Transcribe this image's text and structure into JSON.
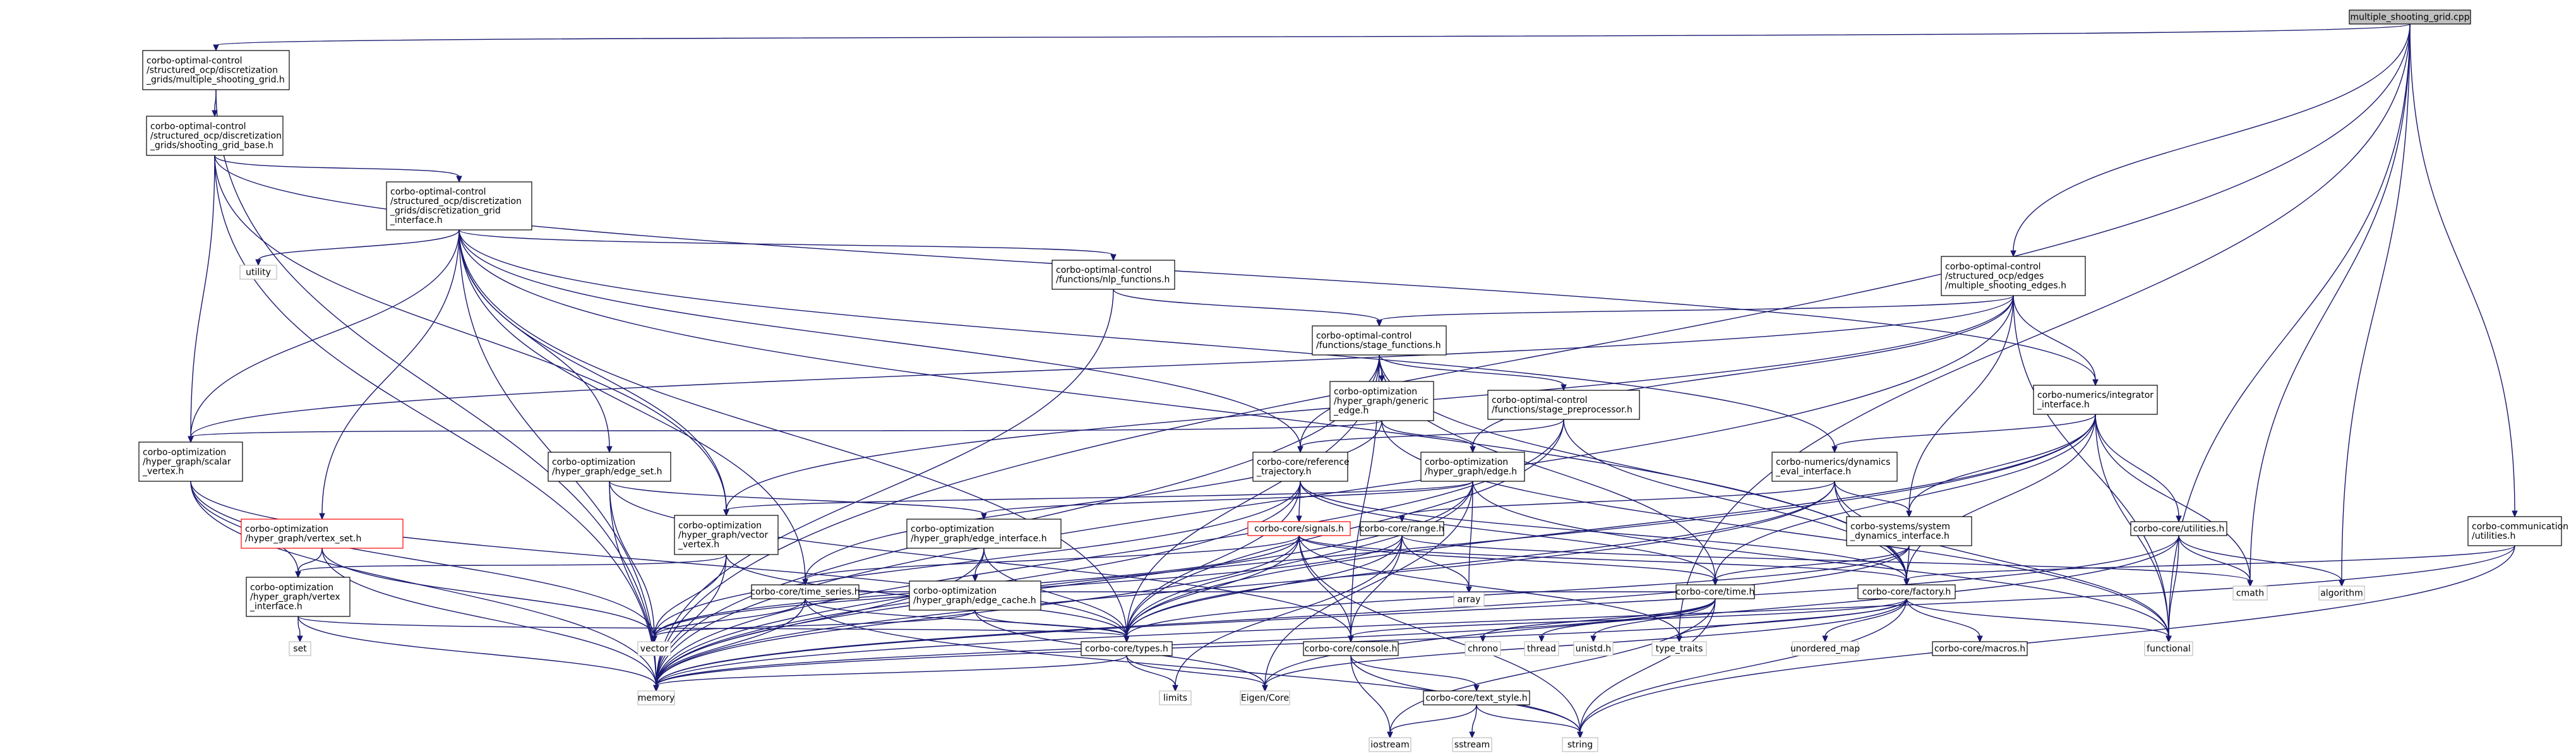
{
  "colors": {
    "edge": "#191970",
    "node_border": "#000000",
    "root_fill": "#bfbfbf",
    "external_border": "#bfbfbf",
    "incomplete_border": "#ff0000"
  },
  "nodes": [
    {
      "id": "root",
      "lines": [
        "multiple_shooting_grid.cpp"
      ],
      "kind": "root"
    },
    {
      "id": "msg_h",
      "lines": [
        "corbo-optimal-control",
        "/structured_ocp/discretization",
        "_grids/multiple_shooting_grid.h"
      ]
    },
    {
      "id": "sgb_h",
      "lines": [
        "corbo-optimal-control",
        "/structured_ocp/discretization",
        "_grids/shooting_grid_base.h"
      ]
    },
    {
      "id": "dgi_h",
      "lines": [
        "corbo-optimal-control",
        "/structured_ocp/discretization",
        "_grids/discretization_grid",
        "_interface.h"
      ]
    },
    {
      "id": "utility",
      "lines": [
        "utility"
      ],
      "kind": "ext"
    },
    {
      "id": "nlp_h",
      "lines": [
        "corbo-optimal-control",
        "/functions/nlp_functions.h"
      ]
    },
    {
      "id": "mse_h",
      "lines": [
        "corbo-optimal-control",
        "/structured_ocp/edges",
        "/multiple_shooting_edges.h"
      ]
    },
    {
      "id": "stage_h",
      "lines": [
        "corbo-optimal-control",
        "/functions/stage_functions.h"
      ]
    },
    {
      "id": "generic_h",
      "lines": [
        "corbo-optimization",
        "/hyper_graph/generic",
        "_edge.h"
      ]
    },
    {
      "id": "prep_h",
      "lines": [
        "corbo-optimal-control",
        "/functions/stage_preprocessor.h"
      ]
    },
    {
      "id": "integ_h",
      "lines": [
        "corbo-numerics/integrator",
        "_interface.h"
      ]
    },
    {
      "id": "scalar_h",
      "lines": [
        "corbo-optimization",
        "/hyper_graph/scalar",
        "_vertex.h"
      ]
    },
    {
      "id": "edgeset_h",
      "lines": [
        "corbo-optimization",
        "/hyper_graph/edge_set.h"
      ]
    },
    {
      "id": "reftraj_h",
      "lines": [
        "corbo-core/reference",
        "_trajectory.h"
      ]
    },
    {
      "id": "edge_h",
      "lines": [
        "corbo-optimization",
        "/hyper_graph/edge.h"
      ]
    },
    {
      "id": "dyn_h",
      "lines": [
        "corbo-numerics/dynamics",
        "_eval_interface.h"
      ]
    },
    {
      "id": "vset_h",
      "lines": [
        "corbo-optimization",
        "/hyper_graph/vertex_set.h"
      ],
      "kind": "red"
    },
    {
      "id": "vecvtx_h",
      "lines": [
        "corbo-optimization",
        "/hyper_graph/vector",
        "_vertex.h"
      ]
    },
    {
      "id": "edgeif_h",
      "lines": [
        "corbo-optimization",
        "/hyper_graph/edge_interface.h"
      ]
    },
    {
      "id": "signals_h",
      "lines": [
        "corbo-core/signals.h"
      ],
      "kind": "red"
    },
    {
      "id": "range_h",
      "lines": [
        "corbo-core/range.h"
      ]
    },
    {
      "id": "sysdyn_h",
      "lines": [
        "corbo-systems/system",
        "_dynamics_interface.h"
      ]
    },
    {
      "id": "util_h",
      "lines": [
        "corbo-core/utilities.h"
      ]
    },
    {
      "id": "comm_h",
      "lines": [
        "corbo-communication",
        "/utilities.h"
      ]
    },
    {
      "id": "vtxif_h",
      "lines": [
        "corbo-optimization",
        "/hyper_graph/vertex",
        "_interface.h"
      ]
    },
    {
      "id": "tseries_h",
      "lines": [
        "corbo-core/time_series.h"
      ]
    },
    {
      "id": "ecache_h",
      "lines": [
        "corbo-optimization",
        "/hyper_graph/edge_cache.h"
      ]
    },
    {
      "id": "time_h",
      "lines": [
        "corbo-core/time.h"
      ]
    },
    {
      "id": "factory_h",
      "lines": [
        "corbo-core/factory.h"
      ]
    },
    {
      "id": "array",
      "lines": [
        "array"
      ],
      "kind": "ext"
    },
    {
      "id": "cmath",
      "lines": [
        "cmath"
      ],
      "kind": "ext"
    },
    {
      "id": "algorithm",
      "lines": [
        "algorithm"
      ],
      "kind": "ext"
    },
    {
      "id": "set",
      "lines": [
        "set"
      ],
      "kind": "ext"
    },
    {
      "id": "vector",
      "lines": [
        "vector"
      ],
      "kind": "ext"
    },
    {
      "id": "types_h",
      "lines": [
        "corbo-core/types.h"
      ]
    },
    {
      "id": "console_h",
      "lines": [
        "corbo-core/console.h"
      ]
    },
    {
      "id": "chrono",
      "lines": [
        "chrono"
      ],
      "kind": "ext"
    },
    {
      "id": "thread",
      "lines": [
        "thread"
      ],
      "kind": "ext"
    },
    {
      "id": "unistd",
      "lines": [
        "unistd.h"
      ],
      "kind": "ext"
    },
    {
      "id": "typetraits",
      "lines": [
        "type_traits"
      ],
      "kind": "ext"
    },
    {
      "id": "umap",
      "lines": [
        "unordered_map"
      ],
      "kind": "ext"
    },
    {
      "id": "macros_h",
      "lines": [
        "corbo-core/macros.h"
      ]
    },
    {
      "id": "functional",
      "lines": [
        "functional"
      ],
      "kind": "ext"
    },
    {
      "id": "memory",
      "lines": [
        "memory"
      ],
      "kind": "ext"
    },
    {
      "id": "limits",
      "lines": [
        "limits"
      ],
      "kind": "ext"
    },
    {
      "id": "eigen",
      "lines": [
        "Eigen/Core"
      ],
      "kind": "ext"
    },
    {
      "id": "textstyle_h",
      "lines": [
        "corbo-core/text_style.h"
      ]
    },
    {
      "id": "iostream",
      "lines": [
        "iostream"
      ],
      "kind": "ext"
    },
    {
      "id": "sstream",
      "lines": [
        "sstream"
      ],
      "kind": "ext"
    },
    {
      "id": "string",
      "lines": [
        "string"
      ],
      "kind": "ext"
    }
  ],
  "edges": [
    [
      "root",
      "msg_h"
    ],
    [
      "root",
      "mse_h"
    ],
    [
      "root",
      "memory"
    ],
    [
      "root",
      "cmath"
    ],
    [
      "root",
      "algorithm"
    ],
    [
      "root",
      "comm_h"
    ],
    [
      "root",
      "typetraits"
    ],
    [
      "root",
      "functional"
    ],
    [
      "msg_h",
      "sgb_h"
    ],
    [
      "msg_h",
      "memory"
    ],
    [
      "sgb_h",
      "dgi_h"
    ],
    [
      "sgb_h",
      "scalar_h"
    ],
    [
      "sgb_h",
      "vecvtx_h"
    ],
    [
      "sgb_h",
      "integ_h"
    ],
    [
      "sgb_h",
      "memory"
    ],
    [
      "dgi_h",
      "utility"
    ],
    [
      "dgi_h",
      "nlp_h"
    ],
    [
      "dgi_h",
      "scalar_h"
    ],
    [
      "dgi_h",
      "edgeset_h"
    ],
    [
      "dgi_h",
      "vset_h"
    ],
    [
      "dgi_h",
      "vecvtx_h"
    ],
    [
      "dgi_h",
      "reftraj_h"
    ],
    [
      "dgi_h",
      "dyn_h"
    ],
    [
      "dgi_h",
      "factory_h"
    ],
    [
      "dgi_h",
      "tseries_h"
    ],
    [
      "dgi_h",
      "memory"
    ],
    [
      "dgi_h",
      "types_h"
    ],
    [
      "nlp_h",
      "stage_h"
    ],
    [
      "nlp_h",
      "memory"
    ],
    [
      "mse_h",
      "stage_h"
    ],
    [
      "mse_h",
      "edge_h"
    ],
    [
      "mse_h",
      "integ_h"
    ],
    [
      "mse_h",
      "sysdyn_h"
    ],
    [
      "mse_h",
      "scalar_h"
    ],
    [
      "mse_h",
      "vecvtx_h"
    ],
    [
      "mse_h",
      "memory"
    ],
    [
      "mse_h",
      "functional"
    ],
    [
      "stage_h",
      "generic_h"
    ],
    [
      "stage_h",
      "prep_h"
    ],
    [
      "stage_h",
      "reftraj_h"
    ],
    [
      "stage_h",
      "types_h"
    ],
    [
      "stage_h",
      "factory_h"
    ],
    [
      "stage_h",
      "memory"
    ],
    [
      "stage_h",
      "time_h"
    ],
    [
      "stage_h",
      "console_h"
    ],
    [
      "generic_h",
      "edge_h"
    ],
    [
      "generic_h",
      "scalar_h"
    ],
    [
      "generic_h",
      "tseries_h"
    ],
    [
      "generic_h",
      "functional"
    ],
    [
      "prep_h",
      "reftraj_h"
    ],
    [
      "prep_h",
      "types_h"
    ],
    [
      "prep_h",
      "factory_h"
    ],
    [
      "prep_h",
      "memory"
    ],
    [
      "integ_h",
      "dyn_h"
    ],
    [
      "integ_h",
      "sysdyn_h"
    ],
    [
      "integ_h",
      "factory_h"
    ],
    [
      "integ_h",
      "time_h"
    ],
    [
      "integ_h",
      "cmath"
    ],
    [
      "integ_h",
      "functional"
    ],
    [
      "integ_h",
      "memory"
    ],
    [
      "integ_h",
      "types_h"
    ],
    [
      "integ_h",
      "util_h"
    ],
    [
      "scalar_h",
      "vtxif_h"
    ],
    [
      "scalar_h",
      "types_h"
    ],
    [
      "scalar_h",
      "memory"
    ],
    [
      "scalar_h",
      "vector"
    ],
    [
      "edgeset_h",
      "edgeif_h"
    ],
    [
      "edgeset_h",
      "vector"
    ],
    [
      "edgeset_h",
      "memory"
    ],
    [
      "edgeset_h",
      "console_h"
    ],
    [
      "reftraj_h",
      "signals_h"
    ],
    [
      "reftraj_h",
      "time_h"
    ],
    [
      "reftraj_h",
      "types_h"
    ],
    [
      "reftraj_h",
      "vector"
    ],
    [
      "reftraj_h",
      "memory"
    ],
    [
      "reftraj_h",
      "factory_h"
    ],
    [
      "edge_h",
      "edgeif_h"
    ],
    [
      "edge_h",
      "vecvtx_h"
    ],
    [
      "edge_h",
      "array"
    ],
    [
      "edge_h",
      "types_h"
    ],
    [
      "edge_h",
      "memory"
    ],
    [
      "edge_h",
      "functional"
    ],
    [
      "edge_h",
      "eigen"
    ],
    [
      "dyn_h",
      "range_h"
    ],
    [
      "dyn_h",
      "sysdyn_h"
    ],
    [
      "dyn_h",
      "factory_h"
    ],
    [
      "dyn_h",
      "types_h"
    ],
    [
      "dyn_h",
      "memory"
    ],
    [
      "dyn_h",
      "functional"
    ],
    [
      "vset_h",
      "vtxif_h"
    ],
    [
      "vset_h",
      "vector"
    ],
    [
      "vset_h",
      "memory"
    ],
    [
      "vecvtx_h",
      "vtxif_h"
    ],
    [
      "vecvtx_h",
      "types_h"
    ],
    [
      "vecvtx_h",
      "memory"
    ],
    [
      "vecvtx_h",
      "vector"
    ],
    [
      "edgeif_h",
      "ecache_h"
    ],
    [
      "edgeif_h",
      "types_h"
    ],
    [
      "edgeif_h",
      "memory"
    ],
    [
      "signals_h",
      "time_h"
    ],
    [
      "signals_h",
      "types_h"
    ],
    [
      "signals_h",
      "console_h"
    ],
    [
      "signals_h",
      "factory_h"
    ],
    [
      "signals_h",
      "vector"
    ],
    [
      "signals_h",
      "memory"
    ],
    [
      "signals_h",
      "string"
    ],
    [
      "signals_h",
      "typetraits"
    ],
    [
      "signals_h",
      "tseries_h"
    ],
    [
      "range_h",
      "types_h"
    ],
    [
      "range_h",
      "array"
    ],
    [
      "range_h",
      "cmath"
    ],
    [
      "range_h",
      "vector"
    ],
    [
      "range_h",
      "limits"
    ],
    [
      "range_h",
      "console_h"
    ],
    [
      "sysdyn_h",
      "time_h"
    ],
    [
      "sysdyn_h",
      "factory_h"
    ],
    [
      "sysdyn_h",
      "types_h"
    ],
    [
      "sysdyn_h",
      "memory"
    ],
    [
      "util_h",
      "cmath"
    ],
    [
      "util_h",
      "algorithm"
    ],
    [
      "util_h",
      "functional"
    ],
    [
      "util_h",
      "memory"
    ],
    [
      "util_h",
      "eigen"
    ],
    [
      "comm_h",
      "factory_h"
    ],
    [
      "comm_h",
      "memory"
    ],
    [
      "comm_h",
      "string"
    ],
    [
      "vtxif_h",
      "set"
    ],
    [
      "vtxif_h",
      "memory"
    ],
    [
      "vtxif_h",
      "types_h"
    ],
    [
      "tseries_h",
      "types_h"
    ],
    [
      "tseries_h",
      "vector"
    ],
    [
      "tseries_h",
      "memory"
    ],
    [
      "tseries_h",
      "string"
    ],
    [
      "tseries_h",
      "time_h"
    ],
    [
      "ecache_h",
      "types_h"
    ],
    [
      "ecache_h",
      "vector"
    ],
    [
      "ecache_h",
      "eigen"
    ],
    [
      "time_h",
      "chrono"
    ],
    [
      "time_h",
      "thread"
    ],
    [
      "time_h",
      "unistd"
    ],
    [
      "time_h",
      "string"
    ],
    [
      "time_h",
      "iostream"
    ],
    [
      "time_h",
      "memory"
    ],
    [
      "factory_h",
      "console_h"
    ],
    [
      "factory_h",
      "typetraits"
    ],
    [
      "factory_h",
      "umap"
    ],
    [
      "factory_h",
      "macros_h"
    ],
    [
      "factory_h",
      "functional"
    ],
    [
      "factory_h",
      "memory"
    ],
    [
      "factory_h",
      "string"
    ],
    [
      "factory_h",
      "eigen"
    ],
    [
      "types_h",
      "limits"
    ],
    [
      "types_h",
      "eigen"
    ],
    [
      "types_h",
      "memory"
    ],
    [
      "console_h",
      "textstyle_h"
    ],
    [
      "console_h",
      "iostream"
    ],
    [
      "console_h",
      "string"
    ],
    [
      "textstyle_h",
      "iostream"
    ],
    [
      "textstyle_h",
      "sstream"
    ],
    [
      "textstyle_h",
      "string"
    ]
  ]
}
